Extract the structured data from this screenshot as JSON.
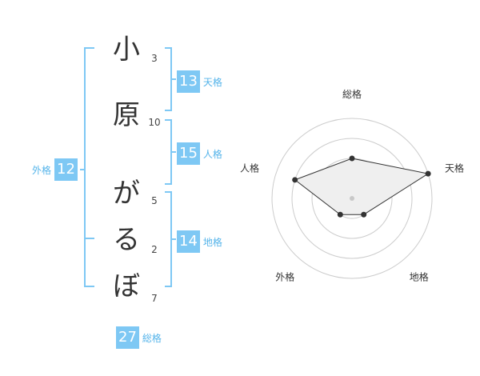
{
  "name": {
    "chars": [
      {
        "char": "小",
        "strokes": "3"
      },
      {
        "char": "原",
        "strokes": "10"
      },
      {
        "char": "が",
        "strokes": "5"
      },
      {
        "char": "る",
        "strokes": "2"
      },
      {
        "char": "ぼ",
        "strokes": "7"
      }
    ]
  },
  "kakusu": {
    "tenkaku": {
      "value": "13",
      "label": "天格"
    },
    "jinkaku": {
      "value": "15",
      "label": "人格"
    },
    "chikaku": {
      "value": "14",
      "label": "地格"
    },
    "gaikaku": {
      "value": "12",
      "label": "外格"
    },
    "soukaku": {
      "value": "27",
      "label": "総格"
    }
  },
  "chart_data": {
    "type": "radar",
    "axes": [
      "総格",
      "天格",
      "地格",
      "外格",
      "人格"
    ],
    "values": [
      2,
      4,
      1,
      1,
      3
    ],
    "rmax": 4,
    "rings": 4,
    "colors": {
      "fill": "#efefef",
      "line": "#333333",
      "ring": "#cccccc",
      "bracket": "#7ec8f4"
    }
  }
}
